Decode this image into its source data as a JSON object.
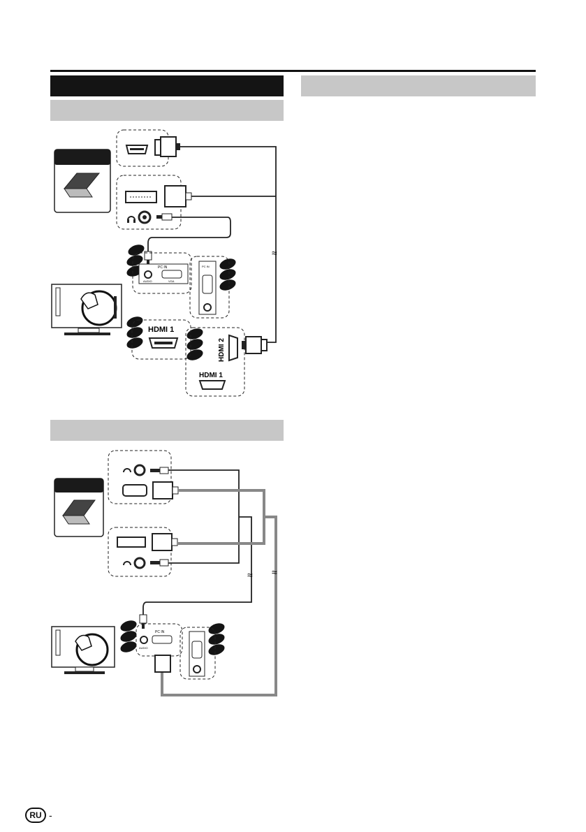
{
  "footer": {
    "language_badge": "RU",
    "page_separator": "-"
  },
  "labels": {
    "pc_in": "PC IN",
    "audio": "AUDIO",
    "vga": "VGA",
    "hdmi": "HDMI",
    "hdmi1_num": "1",
    "hdmi2_num": "2",
    "approx_symbol": "≈"
  }
}
